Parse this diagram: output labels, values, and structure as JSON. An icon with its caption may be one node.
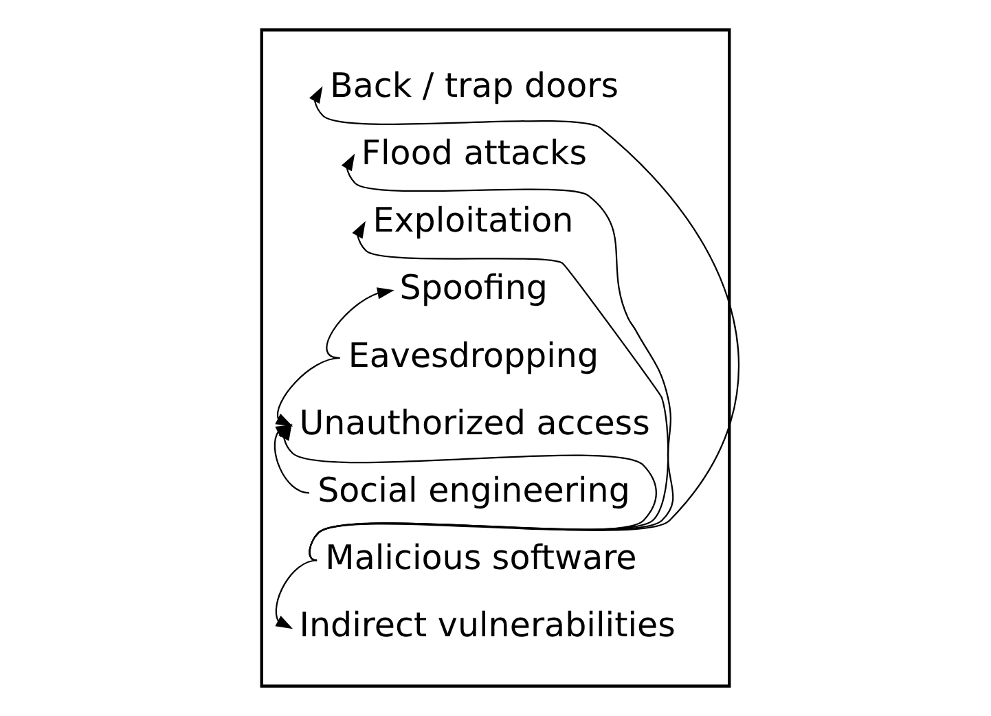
{
  "diagram": {
    "nodes": [
      {
        "text": [],
        "shape": "box"
      },
      {
        "text": [
          "Back / trap doors"
        ],
        "in": 0
      },
      {
        "text": [
          "Flood attacks"
        ],
        "in": 0
      },
      {
        "text": [
          "Exploitation"
        ],
        "in": 0
      },
      {
        "text": [
          "Spoofing"
        ],
        "in": 0
      },
      {
        "text": [
          "Eavesdropping"
        ],
        "in": 0
      },
      {
        "text": [
          "Unauthorized access"
        ],
        "in": 0
      },
      {
        "text": [
          "Social engineering"
        ],
        "in": 0
      },
      {
        "text": [
          "Malicious software"
        ],
        "in": 0
      },
      {
        "text": [
          "Indirect vulnerabilities"
        ],
        "in": 0
      }
    ],
    "edges": [
      {
        "from": 8,
        "to": 1,
        "arrow": "to"
      },
      {
        "from": 8,
        "to": 2,
        "arrow": "to"
      },
      {
        "from": 8,
        "to": 3,
        "arrow": "to"
      },
      {
        "from": 5,
        "to": 4,
        "arrow": "to"
      },
      {
        "from": 5,
        "to": 6,
        "arrow": "to"
      },
      {
        "from": 8,
        "to": 6,
        "arrow": "to"
      },
      {
        "from": 7,
        "to": 6,
        "arrow": "to"
      },
      {
        "from": 8,
        "to": 9,
        "arrow": "to"
      }
    ]
  }
}
